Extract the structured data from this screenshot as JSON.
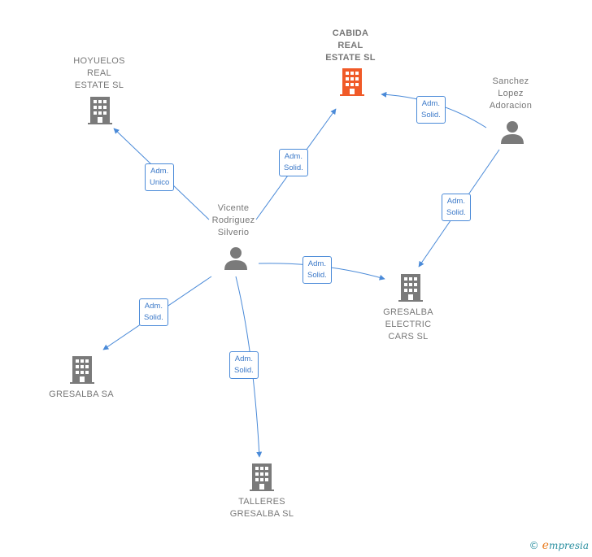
{
  "colors": {
    "edge": "#4a8ad8",
    "building": "#7a7a7a",
    "building_highlight": "#f05a28",
    "person": "#7a7a7a"
  },
  "nodes": {
    "hoyuelos": {
      "label": "HOYUELOS\nREAL\nESTATE  SL",
      "icon": "building-icon"
    },
    "cabida": {
      "label": "CABIDA\nREAL\nESTATE  SL",
      "icon": "building-icon"
    },
    "sanchez": {
      "label": "Sanchez\nLopez\nAdoracion",
      "icon": "person-icon"
    },
    "vicente": {
      "label": "Vicente\nRodriguez\nSilverio",
      "icon": "person-icon"
    },
    "gresalba_electric": {
      "label": "GRESALBA\nELECTRIC\nCARS  SL",
      "icon": "building-icon"
    },
    "gresalba_sa": {
      "label": "GRESALBA SA",
      "icon": "building-icon"
    },
    "talleres": {
      "label": "TALLERES\nGRESALBA  SL",
      "icon": "building-icon"
    }
  },
  "edges": {
    "vicente_hoyuelos": "Adm.\nUnico",
    "vicente_cabida": "Adm.\nSolid.",
    "sanchez_cabida": "Adm.\nSolid.",
    "sanchez_electric": "Adm.\nSolid.",
    "vicente_electric": "Adm.\nSolid.",
    "vicente_gresalba_sa": "Adm.\nSolid.",
    "vicente_talleres": "Adm.\nSolid."
  },
  "footer": {
    "copyright": "©",
    "brand_initial": "e",
    "brand_rest": "mpresia"
  }
}
